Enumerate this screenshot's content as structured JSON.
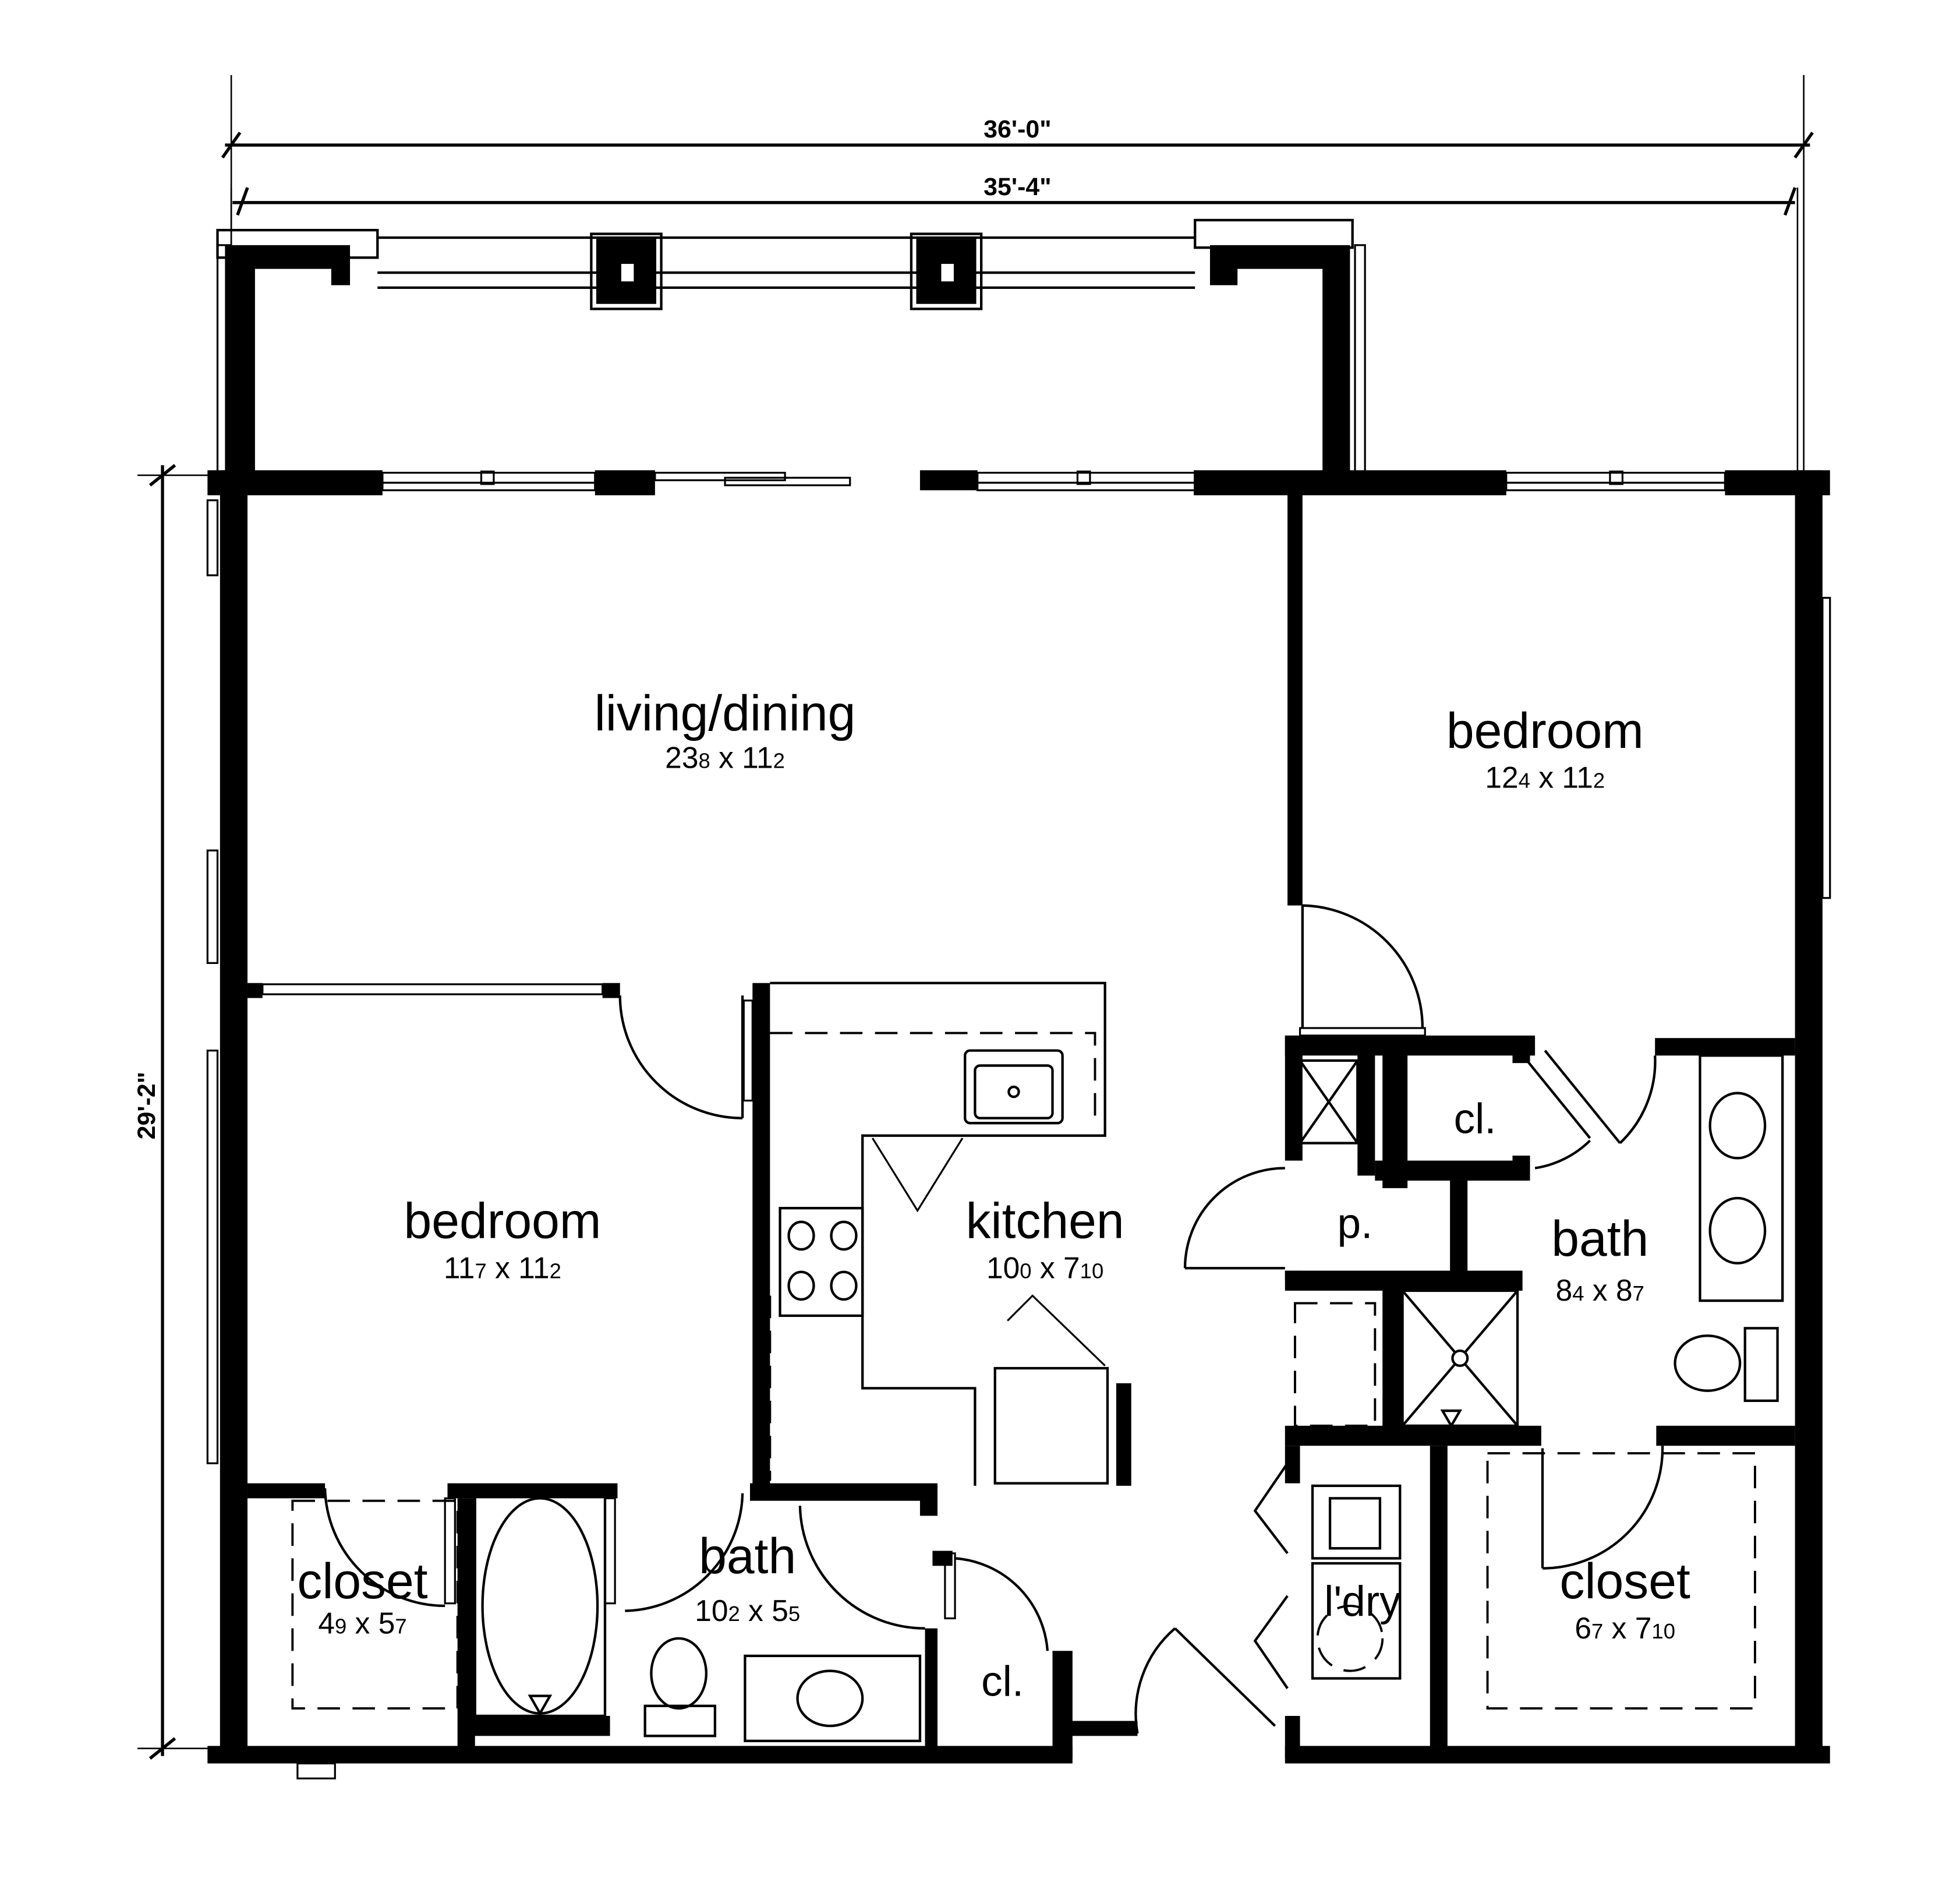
{
  "dimensions": {
    "overall_width": "36'-0\"",
    "interior_width": "35'-4\"",
    "overall_depth": "29'-2\""
  },
  "rooms": {
    "living_dining": {
      "name": "living/dining",
      "w_ft": "23",
      "w_in": "8",
      "x": "x",
      "d_ft": "11",
      "d_in": "2"
    },
    "bedroom_right": {
      "name": "bedroom",
      "w_ft": "12",
      "w_in": "4",
      "x": "x",
      "d_ft": "11",
      "d_in": "2"
    },
    "bedroom_left": {
      "name": "bedroom",
      "w_ft": "11",
      "w_in": "7",
      "x": "x",
      "d_ft": "11",
      "d_in": "2"
    },
    "kitchen": {
      "name": "kitchen",
      "w_ft": "10",
      "w_in": "0",
      "x": "x",
      "d_ft": "7",
      "d_in": "10"
    },
    "bath_right": {
      "name": "bath",
      "w_ft": "8",
      "w_in": "4",
      "x": "x",
      "d_ft": "8",
      "d_in": "7"
    },
    "closet_left": {
      "name": "closet",
      "w_ft": "4",
      "w_in": "9",
      "x": "x",
      "d_ft": "5",
      "d_in": "7"
    },
    "bath_left": {
      "name": "bath",
      "w_ft": "10",
      "w_in": "2",
      "x": "x",
      "d_ft": "5",
      "d_in": "5"
    },
    "closet_right": {
      "name": "closet",
      "w_ft": "6",
      "w_in": "7",
      "x": "x",
      "d_ft": "7",
      "d_in": "10"
    },
    "laundry": {
      "name": "l'dry"
    },
    "closet_small_upper": {
      "name": "cl."
    },
    "closet_small_lower": {
      "name": "cl."
    },
    "pantry": {
      "name": "p."
    }
  }
}
